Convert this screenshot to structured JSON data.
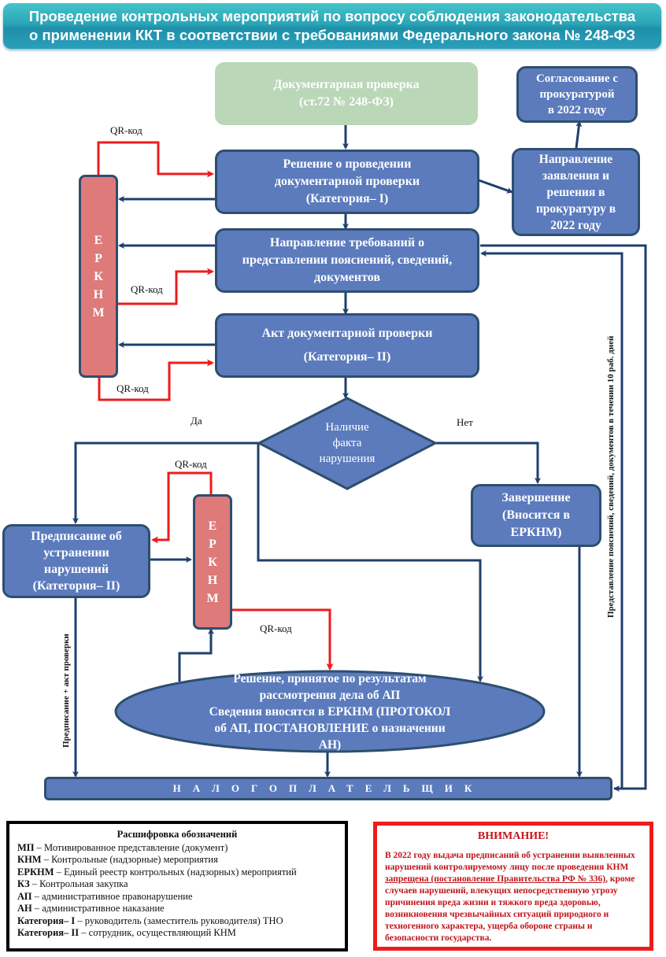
{
  "header": {
    "line1": "Проведение контрольных мероприятий по вопросу соблюдения законодательства",
    "line2": "о применении ККТ в соответствии с требованиями Федерального закона № 248-ФЗ"
  },
  "nodes": {
    "doc_check": [
      "Документарная проверка",
      "(ст.72 № 248-ФЗ)"
    ],
    "decision": [
      "Решение о проведении",
      "документарной проверки",
      "(Категория– I)"
    ],
    "prosecutor_send": [
      "Направление",
      "заявления и",
      "решения в",
      "прокуратуру в",
      "2022 году"
    ],
    "prosecutor_approval": [
      "Согласование с",
      "прокуратурой",
      "в 2022 году"
    ],
    "requirements": [
      "Направление требований о",
      "представлении пояснений, сведений,",
      "документов"
    ],
    "act": [
      "Акт документарной проверки",
      "(Категория– II)"
    ],
    "violation": [
      "Наличие",
      "факта",
      "нарушения"
    ],
    "completion": [
      "Завершение",
      "(Вносится в",
      "ЕРКНМ)"
    ],
    "order": [
      "Предписание об",
      "устранении",
      "нарушений",
      "(Категория– II)"
    ],
    "ap_decision": [
      "Решение, принятое по результатам",
      "рассмотрения дела об АП",
      "Сведения вносятся в ЕРКНМ (ПРОТОКОЛ",
      "об АП, ПОСТАНОВЛЕНИЕ о назначении",
      "АН)"
    ],
    "erknm_letters": [
      "Е",
      "Р",
      "К",
      "Н",
      "М"
    ],
    "taxpayer": "НАЛОГОПЛАТЕЛЬЩИК"
  },
  "labels": {
    "qr": "QR-код",
    "yes": "Да",
    "no": "Нет",
    "order_plus_act": "Предписание + акт проверки",
    "explanations": "Представление пояснений, сведений, документов в течении 10 раб. дней"
  },
  "legend": {
    "title": "Расшифровка обозначений",
    "items": [
      {
        "term": "МП",
        "desc": " – Мотивированное представление (документ)"
      },
      {
        "term": "КНМ",
        "desc": " – Контрольные (надзорные) мероприятия"
      },
      {
        "term": "ЕРКНМ",
        "desc": " – Единый реестр контрольных (надзорных) мероприятий"
      },
      {
        "term": "КЗ",
        "desc": " – Контрольная закупка"
      },
      {
        "term": "АП",
        "desc": " – административное правонарушение"
      },
      {
        "term": "АН",
        "desc": " – административное наказание"
      },
      {
        "term": "Категория– I",
        "desc": " – руководитель (заместитель руководителя) ТНО"
      },
      {
        "term": "Категория– II",
        "desc": " – сотрудник, осуществляющий КНМ"
      }
    ]
  },
  "warning": {
    "title": "ВНИМАНИЕ!",
    "text_before": "В 2022 году выдача предписаний об устранении выявленных нарушений контролируемому лицу после проведения КНМ ",
    "text_underlined": "запрещена (постановление Правительства РФ № 336)",
    "text_after": ", кроме случаев нарушений, влекущих непосредственную угрозу причинения вреда жизни и тяжкого вреда здоровью, возникновения чрезвычайных ситуаций природного и техногенного характера, ущерба обороне страны и безопасности государства."
  },
  "colors": {
    "box_fill": "#5b7bbd",
    "box_border": "#2e4e6e",
    "erknm_fill": "#de7a7a",
    "start_fill": "#bad7b8",
    "qr_arrow": "#ee1c1c",
    "flow_arrow": "#1f3f6e",
    "banner": "#2aa6b8"
  }
}
